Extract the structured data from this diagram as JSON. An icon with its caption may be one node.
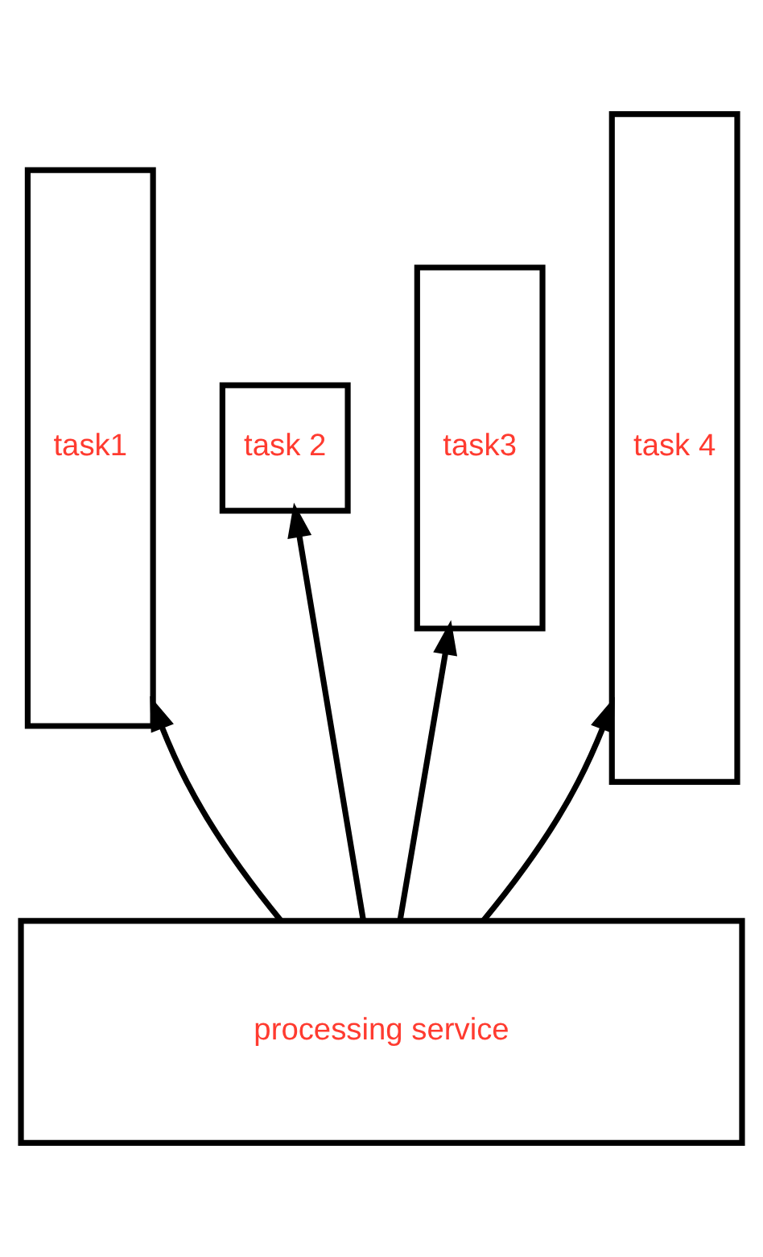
{
  "diagram": {
    "nodes": [
      {
        "text": [
          "task1"
        ]
      },
      {
        "text": [
          "task 2"
        ]
      },
      {
        "text": [
          "task3"
        ]
      },
      {
        "text": [
          "task 4"
        ]
      },
      {
        "text": [
          "processing service"
        ]
      }
    ],
    "edges": [
      {
        "from": 4,
        "to": 0,
        "arrow": "to"
      },
      {
        "from": 4,
        "to": 1,
        "arrow": "to"
      },
      {
        "from": 4,
        "to": 2,
        "arrow": "to"
      },
      {
        "from": 4,
        "to": 3,
        "arrow": "to"
      }
    ]
  }
}
